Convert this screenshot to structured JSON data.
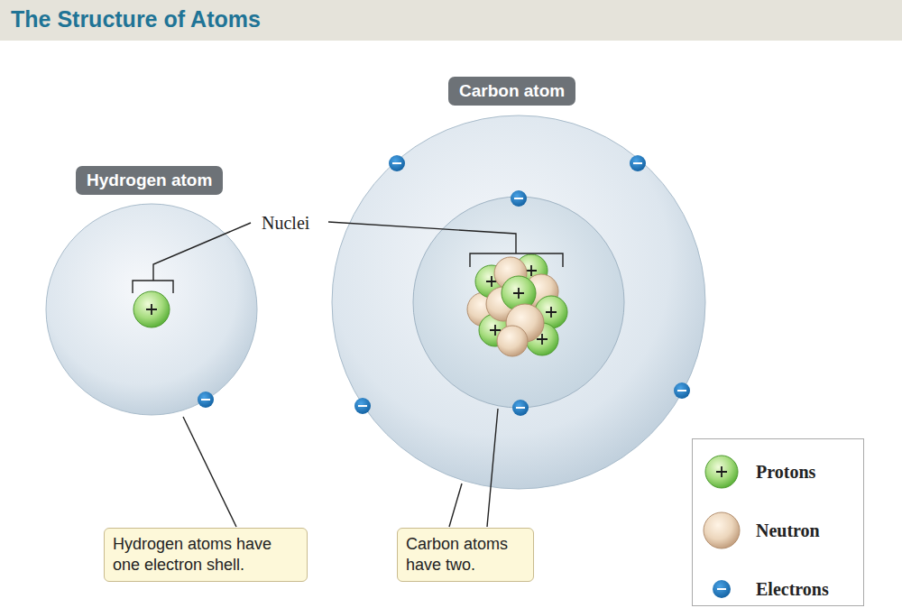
{
  "diagram": {
    "title": "The Structure of Atoms",
    "nodes": [
      {
        "text": [
          "Carbon atom"
        ]
      },
      {
        "text": [
          "Hydrogen atom"
        ]
      },
      {
        "text": [
          "Hydrogen atoms have one electron shell."
        ]
      },
      {
        "text": [
          "Carbon atoms have two."
        ]
      }
    ],
    "labels": [
      "Nuclei"
    ],
    "legend": [
      {
        "text": "Protons"
      },
      {
        "text": "Neutron"
      },
      {
        "text": "Electrons"
      }
    ]
  }
}
